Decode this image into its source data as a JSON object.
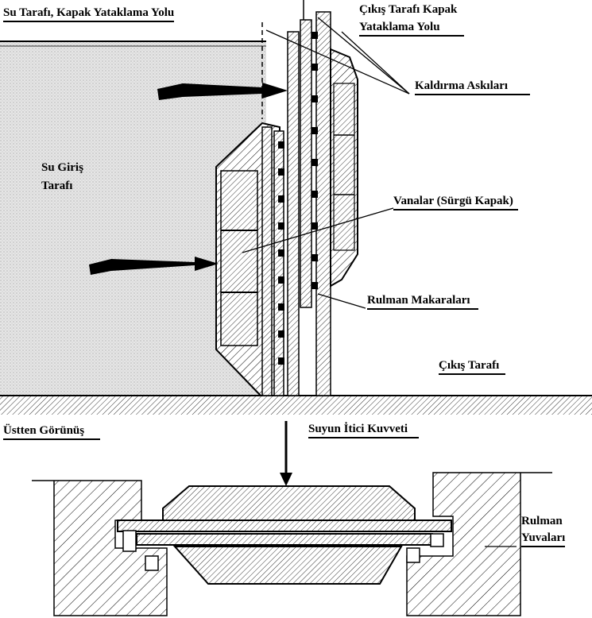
{
  "labels": {
    "water_side_gate_path": "Su Tarafı, Kapak Yataklama Yolu",
    "outlet_side_gate_path_line1": "Çıkış Tarafı Kapak",
    "outlet_side_gate_path_line2": "Yataklama Yolu",
    "lifting_hangers": "Kaldırma Askıları",
    "water_inlet_line1": "Su Giriş",
    "water_inlet_line2": "Tarafı",
    "valves_slide_gate": "Vanalar (Sürgü Kapak)",
    "roller_bearings": "Rulman Makaraları",
    "outlet_side": "Çıkış Tarafı",
    "top_view": "Üstten Görünüş",
    "water_thrust_force": "Suyun İtici Kuvveti",
    "bearing_housings_line1": "Rulman",
    "bearing_housings_line2": "Yuvaları"
  },
  "colors": {
    "ink": "#000000",
    "paper": "#ffffff",
    "water_shade": "#d4d4d4"
  },
  "icons": {
    "flow_arrow": "thick-arrow-right-icon",
    "force_arrow": "arrow-down-icon"
  }
}
